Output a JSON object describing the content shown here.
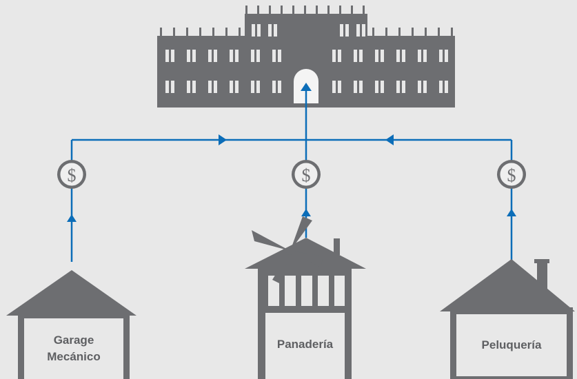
{
  "colors": {
    "background": "#e8e8e8",
    "building": "#6d6e71",
    "flow": "#0b6db8",
    "label_text": "#5e5f62",
    "coin_fill": "#efefef"
  },
  "icons": {
    "government": "palace-icon",
    "garage": "house-icon",
    "bakery": "windmill-bakery-icon",
    "salon": "house-with-chimney-icon",
    "tax": "dollar-coin-icon"
  },
  "coin_symbol": "$",
  "businesses": {
    "garage": {
      "label": "Garage\nMecánico"
    },
    "bakery": {
      "label": "Panadería"
    },
    "salon": {
      "label": "Peluquería"
    }
  }
}
